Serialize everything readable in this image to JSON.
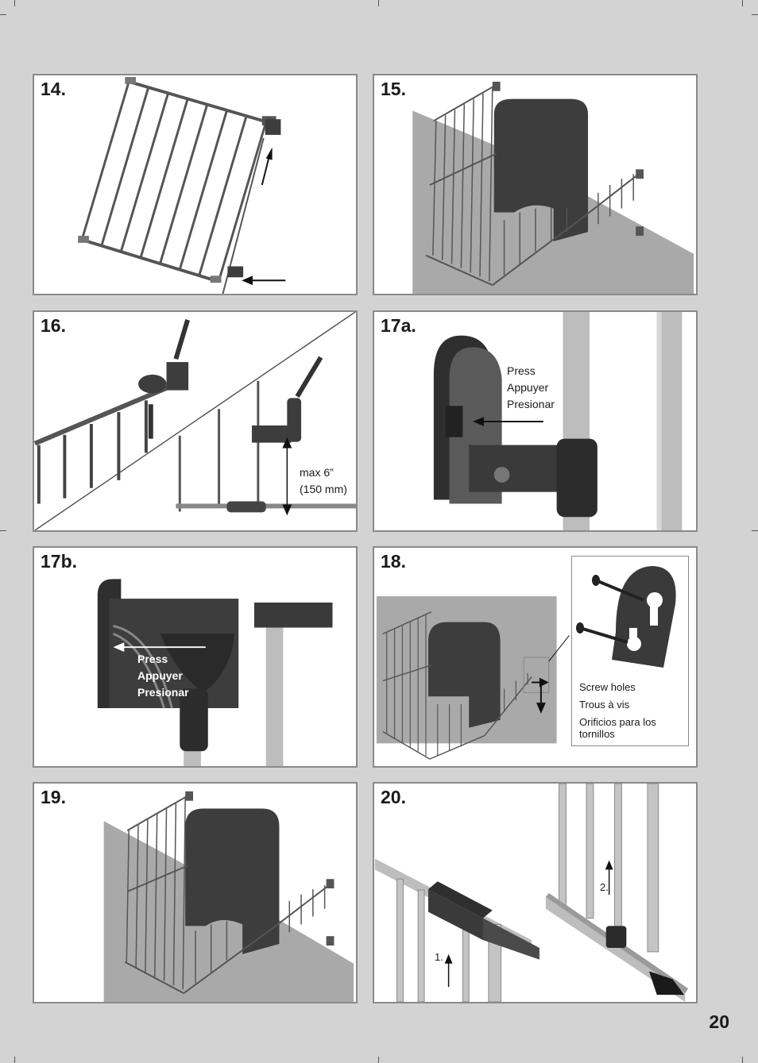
{
  "page_number": "20",
  "colors": {
    "page_background": "#d3d3d3",
    "panel_border": "#8a8a8a",
    "text": "#1a1a1a",
    "floor_shade": "#a9a9a9",
    "dark_part": "#3d3d3d"
  },
  "panels": {
    "p14": {
      "step": "14."
    },
    "p15": {
      "step": "15."
    },
    "p16": {
      "step": "16.",
      "label_line1": "max 6”",
      "label_line2": "(150 mm)"
    },
    "p17a": {
      "step": "17a.",
      "label_line1": "Press",
      "label_line2": "Appuyer",
      "label_line3": "Presionar"
    },
    "p17b": {
      "step": "17b.",
      "label_line1": "Press",
      "label_line2": "Appuyer",
      "label_line3": "Presionar"
    },
    "p18": {
      "step": "18.",
      "label_line1": "Screw holes",
      "label_line2": "Trous à vis",
      "label_line3": "Orificios para los",
      "label_line4": "tornillos"
    },
    "p19": {
      "step": "19."
    },
    "p20": {
      "step": "20.",
      "marker_1": "1.",
      "marker_2": "2."
    }
  }
}
